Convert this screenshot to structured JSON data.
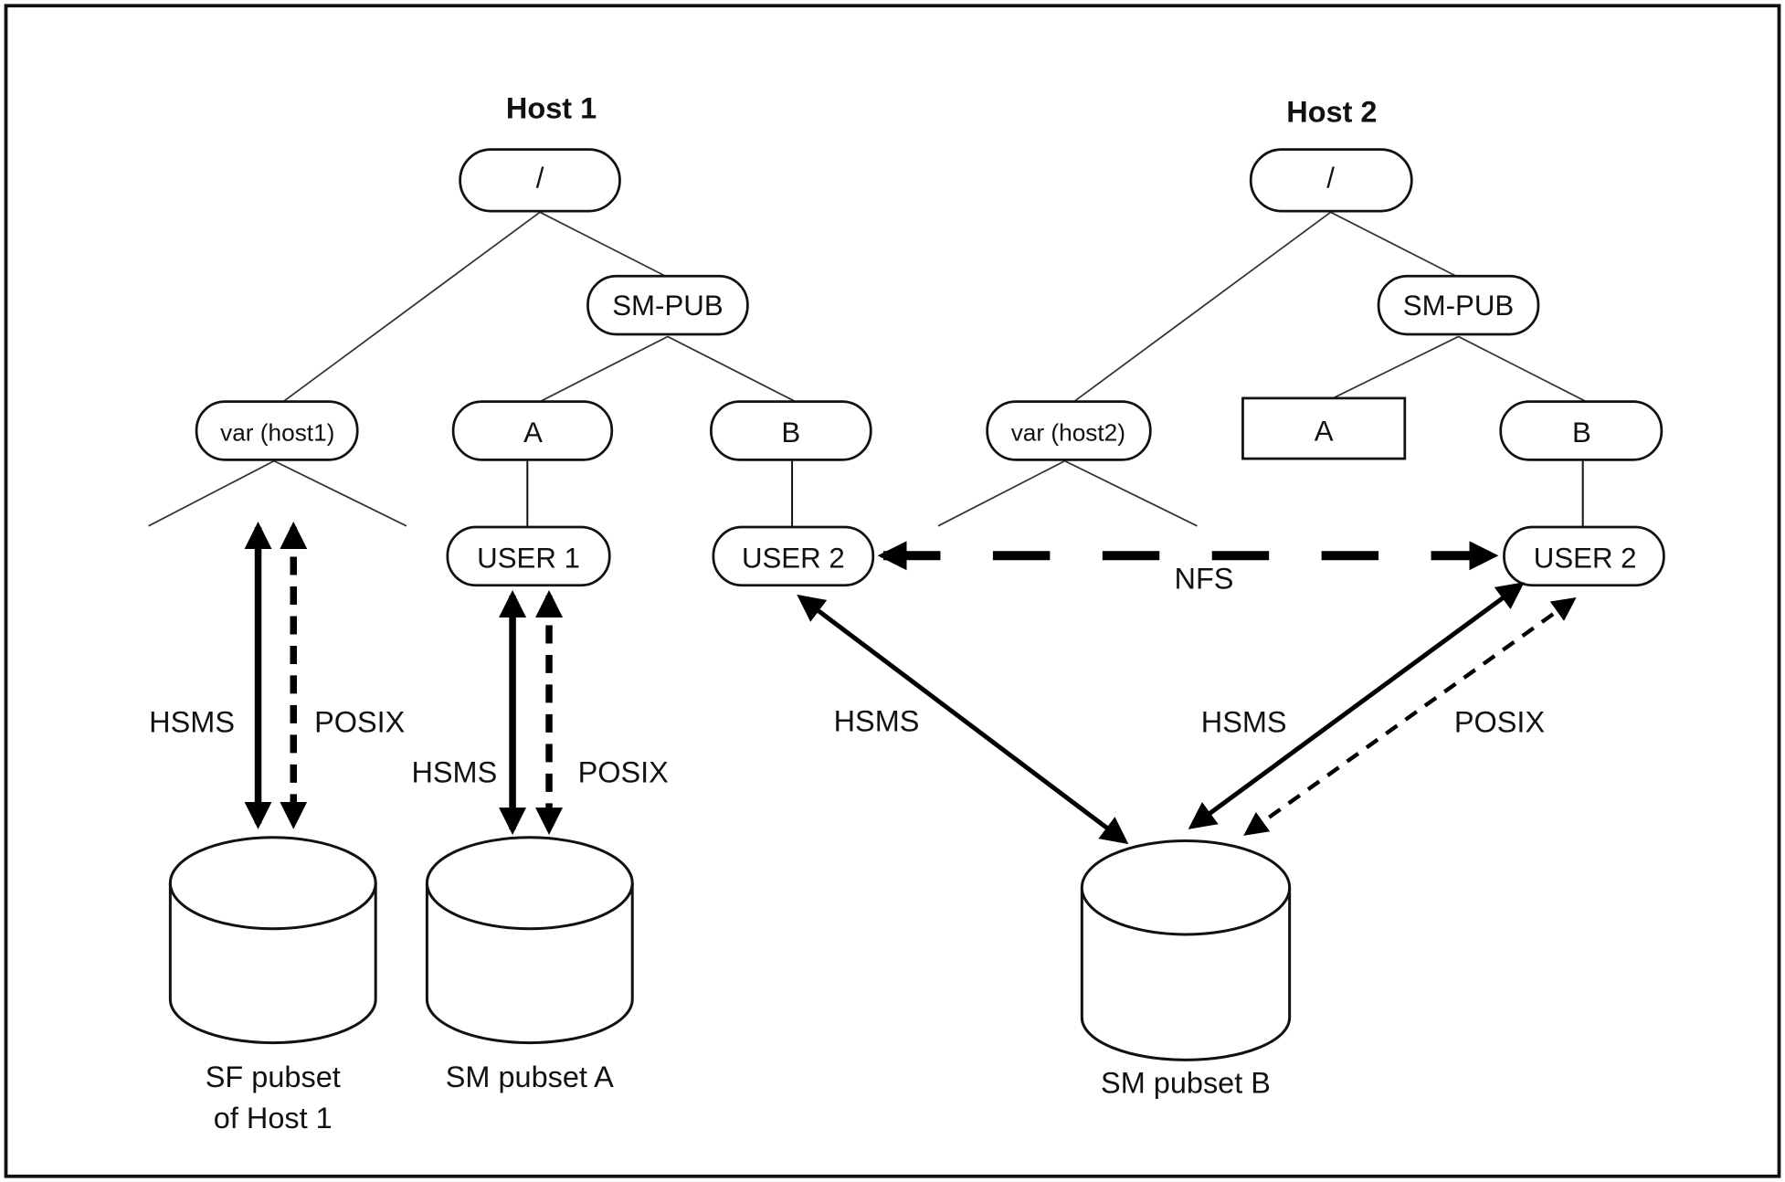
{
  "diagram": {
    "hosts": [
      {
        "id": "host1",
        "title": "Host 1",
        "root": "/",
        "sm_pub": "SM-PUB",
        "var_node": "var (host1)",
        "dir_a": "A",
        "dir_b": "B",
        "user_under_a": "USER 1",
        "user_under_b": "USER 2"
      },
      {
        "id": "host2",
        "title": "Host 2",
        "root": "/",
        "sm_pub": "SM-PUB",
        "var_node": "var (host2)",
        "dir_a": "A",
        "dir_a_shape": "rectangle",
        "dir_b": "B",
        "user_under_b": "USER 2"
      }
    ],
    "storage": [
      {
        "id": "sf-pubset-host1",
        "label_line1": "SF pubset",
        "label_line2": "of Host 1"
      },
      {
        "id": "sm-pubset-a",
        "label": "SM pubset A"
      },
      {
        "id": "sm-pubset-b",
        "label": "SM pubset B"
      }
    ],
    "connections": [
      {
        "from": "var (host1)",
        "to": "SF pubset of Host 1",
        "label": "HSMS",
        "style": "solid",
        "direction": "both"
      },
      {
        "from": "var (host1)",
        "to": "SF pubset of Host 1",
        "label": "POSIX",
        "style": "dashed",
        "direction": "both"
      },
      {
        "from": "Host 1 USER 1",
        "to": "SM pubset A",
        "label": "HSMS",
        "style": "solid",
        "direction": "both"
      },
      {
        "from": "Host 1 USER 1",
        "to": "SM pubset A",
        "label": "POSIX",
        "style": "dashed",
        "direction": "both"
      },
      {
        "from": "Host 1 USER 2",
        "to": "Host 2 USER 2",
        "label": "NFS",
        "style": "dashed",
        "direction": "both"
      },
      {
        "from": "Host 1 USER 2",
        "to": "SM pubset B",
        "label": "HSMS",
        "style": "solid",
        "direction": "both"
      },
      {
        "from": "Host 2 USER 2",
        "to": "SM pubset B",
        "label": "HSMS",
        "style": "solid",
        "direction": "both"
      },
      {
        "from": "Host 2 USER 2",
        "to": "SM pubset B",
        "label": "POSIX",
        "style": "dashed",
        "direction": "both"
      }
    ],
    "labels": {
      "hsms": "HSMS",
      "posix": "POSIX",
      "nfs": "NFS"
    }
  }
}
